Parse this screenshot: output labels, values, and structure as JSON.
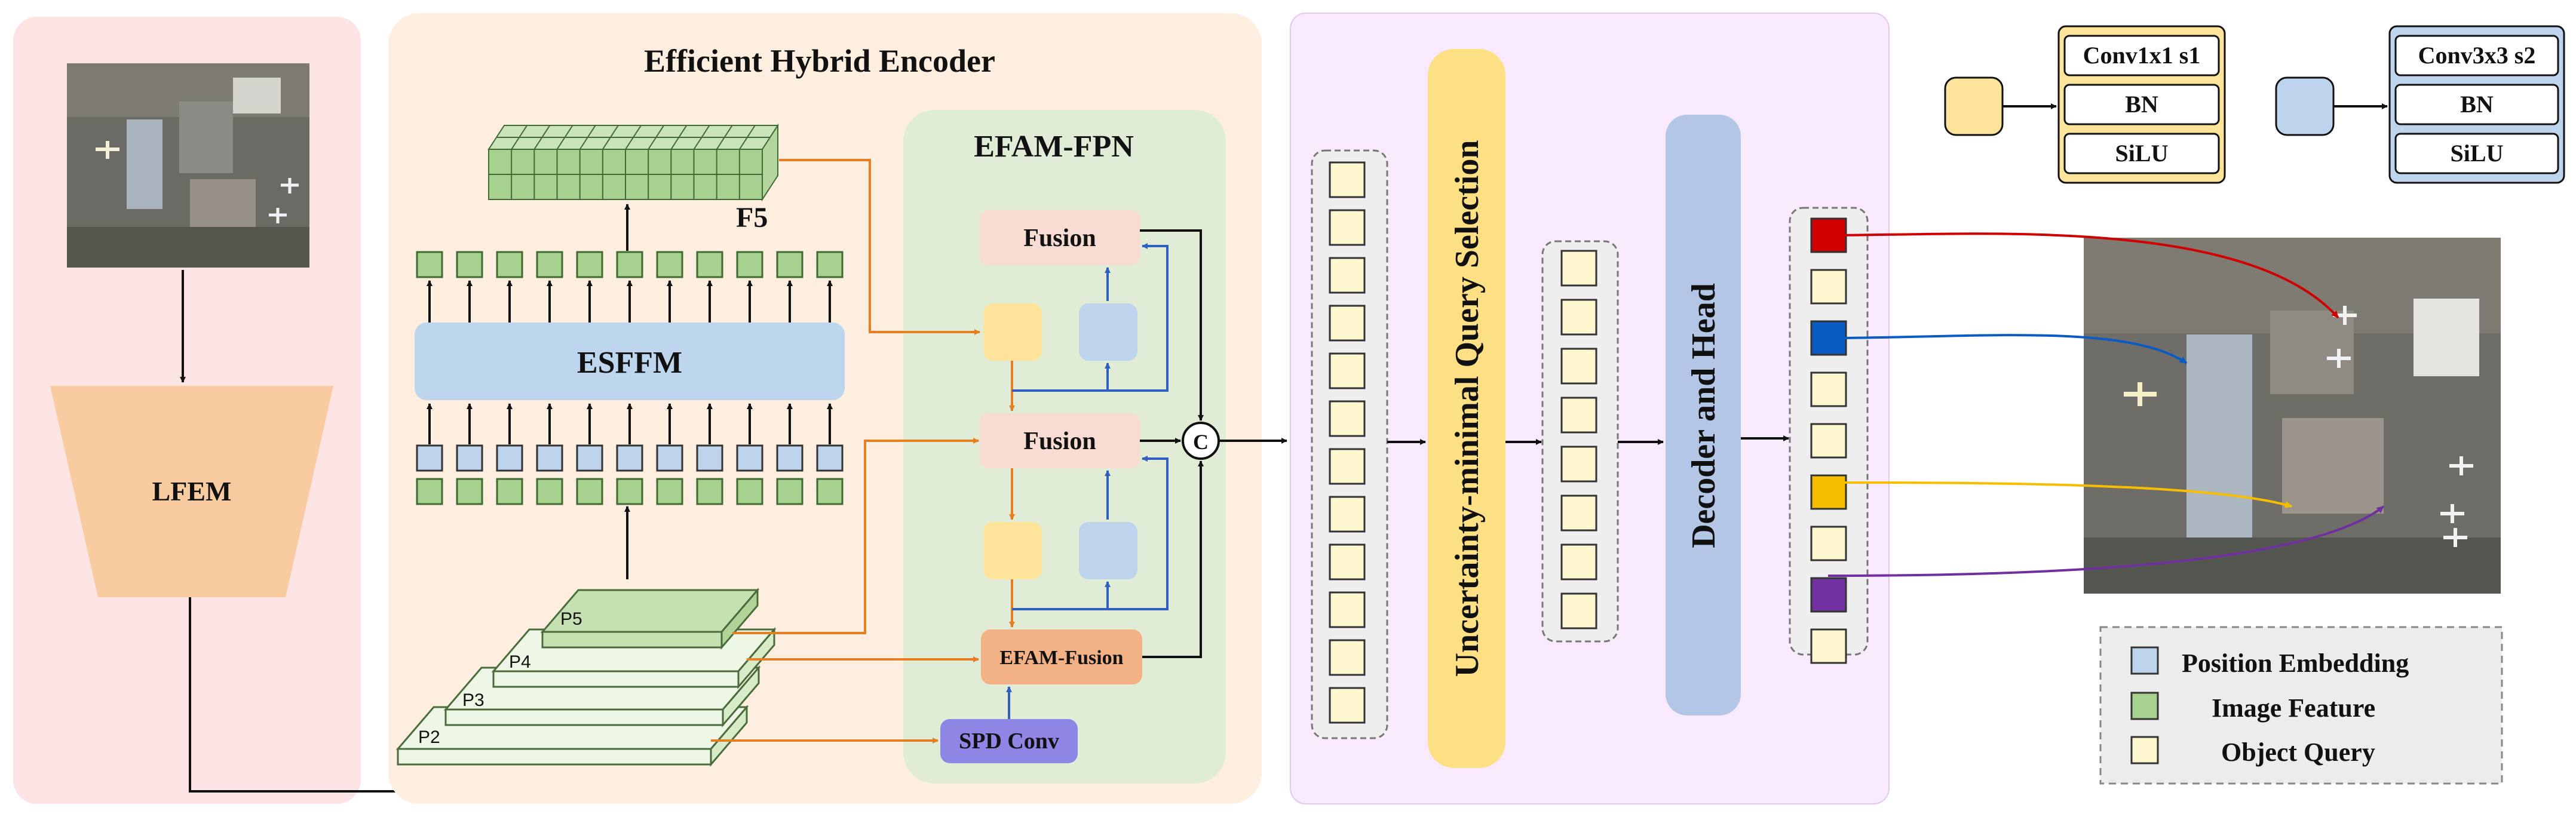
{
  "left_panel": {
    "lfem_label": "LFEM"
  },
  "encoder": {
    "title": "Efficient Hybrid Encoder",
    "f5_label": "F5",
    "esffm_label": "ESFFM",
    "pyramid_labels": [
      "P2",
      "P3",
      "P4",
      "P5"
    ]
  },
  "efam_fpn": {
    "title": "EFAM-FPN",
    "fusion_top_label": "Fusion",
    "fusion_mid_label": "Fusion",
    "efam_fusion_label": "EFAM-Fusion",
    "spd_conv_label": "SPD Conv",
    "concat_symbol": "C"
  },
  "query_section": {
    "selection_label": "Uncertainty-minimal Query Selection",
    "decoder_label": "Decoder and Head"
  },
  "legend_blocks": {
    "yellow_block": [
      "Conv1x1 s1",
      "BN",
      "SiLU"
    ],
    "blue_block": [
      "Conv3x3 s2",
      "BN",
      "SiLU"
    ]
  },
  "legend": {
    "items": [
      "Position Embedding",
      "Image Feature",
      "Object Query"
    ]
  },
  "colors": {
    "left_panel_bg": "#fde4e4",
    "encoder_bg": "#fdeedf",
    "fpn_bg": "#e1ecd7",
    "query_bg": "#f8eafc",
    "feature_green": "#a6d18e",
    "position_blue": "#bdd4ec",
    "query_yellow": "#fef6cf",
    "esffm_blue": "#bed5ee",
    "fusion_pink": "#f8dcd4",
    "efam_orange": "#f3b186",
    "spd_purple": "#8f85e5",
    "selection_yellow": "#fddf84",
    "decoder_blue": "#b3c6e6",
    "out_red": "#d10000",
    "out_blue": "#0a5bc4",
    "out_gold": "#f6be00",
    "out_purple": "#7030a0"
  }
}
